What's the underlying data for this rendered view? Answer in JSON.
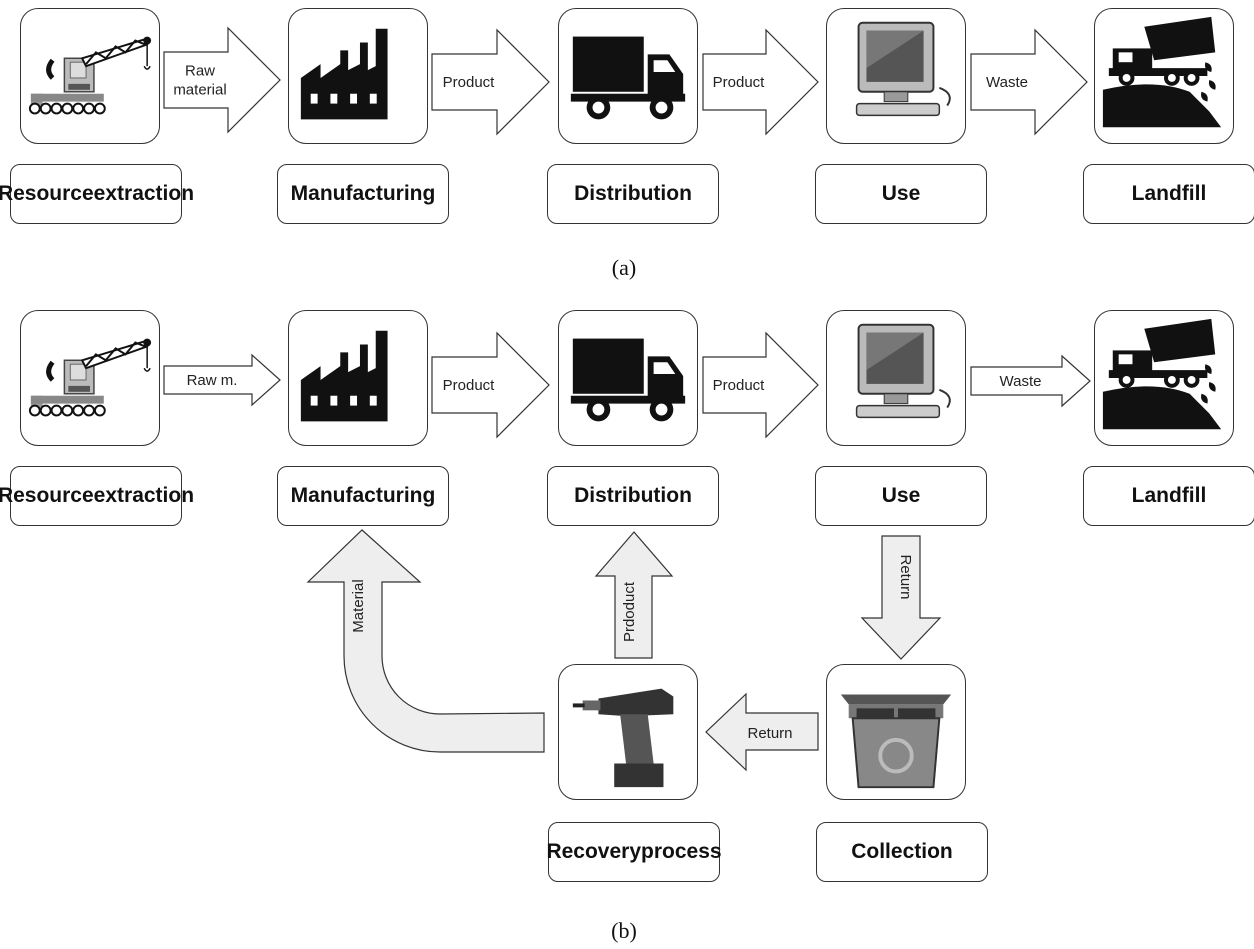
{
  "panel_a": {
    "caption": "(a)",
    "stages": [
      {
        "icon": "crane-icon",
        "label_lines": [
          "Resource",
          "extraction"
        ]
      },
      {
        "icon": "factory-icon",
        "label_lines": [
          "Manufacturing"
        ]
      },
      {
        "icon": "truck-icon",
        "label_lines": [
          "Distribution"
        ]
      },
      {
        "icon": "computer-icon",
        "label_lines": [
          "Use"
        ]
      },
      {
        "icon": "dump-truck-icon",
        "label_lines": [
          "Landfill"
        ]
      }
    ],
    "arrows": [
      {
        "lines": [
          "Raw",
          "material"
        ]
      },
      {
        "lines": [
          "Product"
        ]
      },
      {
        "lines": [
          "Product"
        ]
      },
      {
        "lines": [
          "Waste"
        ]
      }
    ]
  },
  "panel_b": {
    "caption": "(b)",
    "stages": [
      {
        "icon": "crane-icon",
        "label_lines": [
          "Resource",
          "extraction"
        ]
      },
      {
        "icon": "factory-icon",
        "label_lines": [
          "Manufacturing"
        ]
      },
      {
        "icon": "truck-icon",
        "label_lines": [
          "Distribution"
        ]
      },
      {
        "icon": "computer-icon",
        "label_lines": [
          "Use"
        ]
      },
      {
        "icon": "dump-truck-icon",
        "label_lines": [
          "Landfill"
        ]
      }
    ],
    "arrows": [
      {
        "lines": [
          "Raw m."
        ]
      },
      {
        "lines": [
          "Product"
        ]
      },
      {
        "lines": [
          "Product"
        ]
      },
      {
        "lines": [
          "Waste"
        ]
      }
    ],
    "loop": {
      "return_down": "Return",
      "return_left": "Return",
      "product_up": "Prdoduct",
      "material": "Material",
      "recovery": {
        "icon": "drill-icon",
        "label_lines": [
          "Recovery",
          "process"
        ]
      },
      "collection": {
        "icon": "recycle-bin-icon",
        "label_lines": [
          "Collection"
        ]
      }
    }
  },
  "colors": {
    "outline": "#333333",
    "loop_fill": "#eeeeee",
    "icon_fill": "#111111"
  }
}
